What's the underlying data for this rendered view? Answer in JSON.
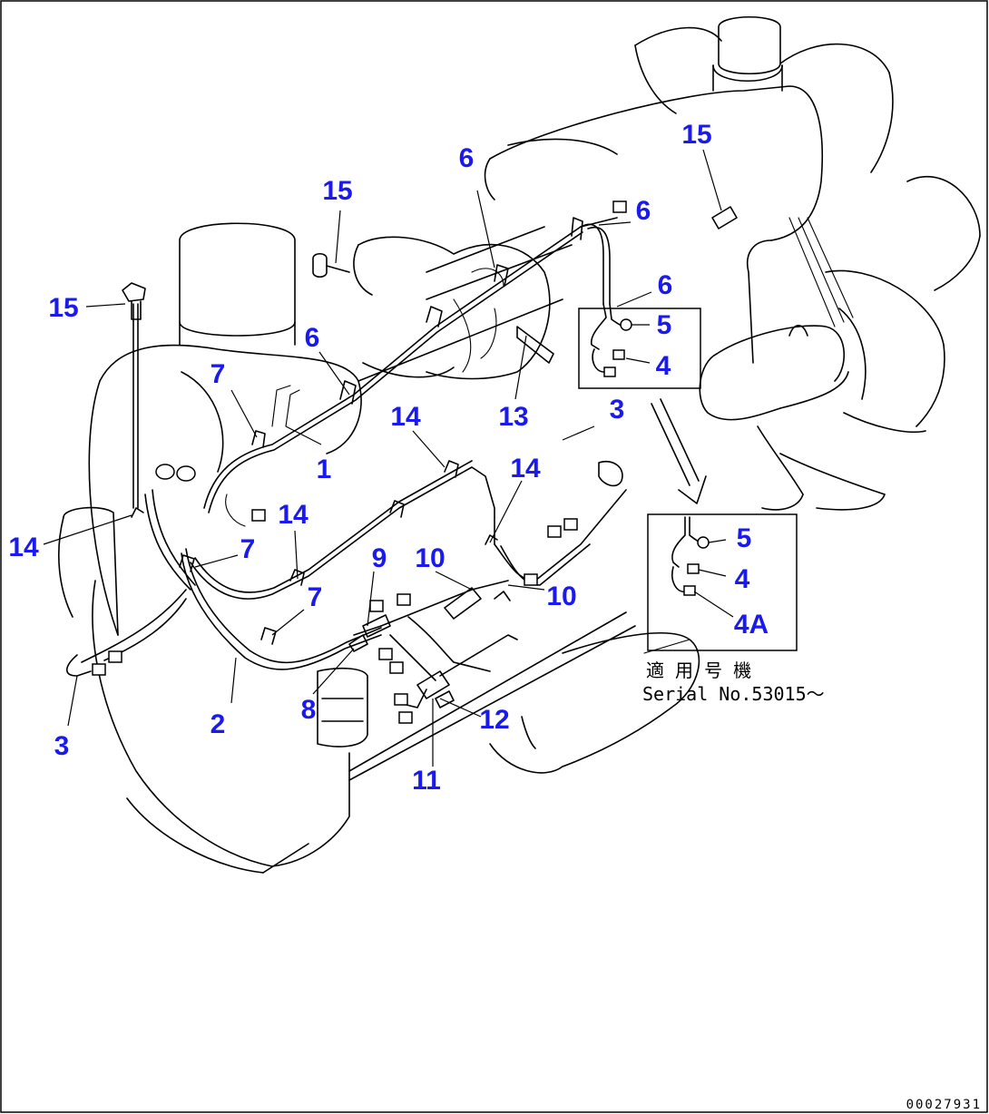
{
  "colors": {
    "callout": "#1a1aee",
    "line": "#000000",
    "background": "#ffffff"
  },
  "callouts": [
    {
      "id": "c1",
      "label": "1"
    },
    {
      "id": "c2",
      "label": "2"
    },
    {
      "id": "c3a",
      "label": "3"
    },
    {
      "id": "c3b",
      "label": "3"
    },
    {
      "id": "c4a",
      "label": "4"
    },
    {
      "id": "c4b",
      "label": "4"
    },
    {
      "id": "c4A",
      "label": "4A"
    },
    {
      "id": "c5a",
      "label": "5"
    },
    {
      "id": "c5b",
      "label": "5"
    },
    {
      "id": "c6a",
      "label": "6"
    },
    {
      "id": "c6b",
      "label": "6"
    },
    {
      "id": "c6c",
      "label": "6"
    },
    {
      "id": "c6d",
      "label": "6"
    },
    {
      "id": "c7a",
      "label": "7"
    },
    {
      "id": "c7b",
      "label": "7"
    },
    {
      "id": "c7c",
      "label": "7"
    },
    {
      "id": "c8",
      "label": "8"
    },
    {
      "id": "c9",
      "label": "9"
    },
    {
      "id": "c10a",
      "label": "10"
    },
    {
      "id": "c10b",
      "label": "10"
    },
    {
      "id": "c11",
      "label": "11"
    },
    {
      "id": "c12",
      "label": "12"
    },
    {
      "id": "c13",
      "label": "13"
    },
    {
      "id": "c14a",
      "label": "14"
    },
    {
      "id": "c14b",
      "label": "14"
    },
    {
      "id": "c14c",
      "label": "14"
    },
    {
      "id": "c14d",
      "label": "14"
    },
    {
      "id": "c15a",
      "label": "15"
    },
    {
      "id": "c15b",
      "label": "15"
    },
    {
      "id": "c15c",
      "label": "15"
    }
  ],
  "applicability": {
    "title": "適 用 号 機",
    "serial": "Serial No.53015～"
  },
  "document_id": "00027931"
}
